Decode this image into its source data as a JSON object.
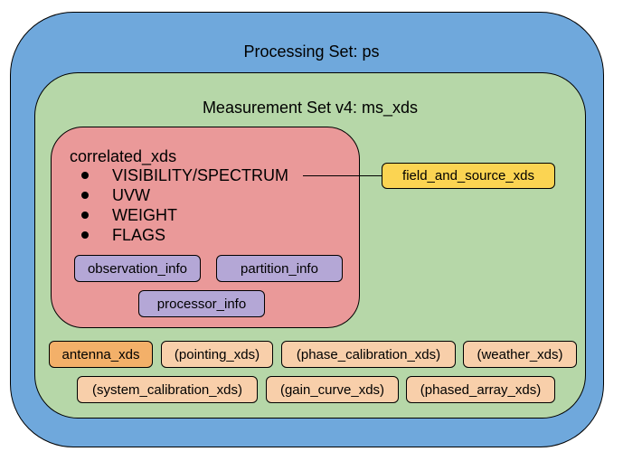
{
  "processing_set": {
    "title": "Processing Set: ps",
    "color": "#6fa8dc"
  },
  "measurement_set": {
    "title": "Measurement Set v4: ms_xds",
    "color": "#b6d7a8"
  },
  "correlated": {
    "title": "correlated_xds",
    "color": "#ea9999",
    "items": [
      "VISIBILITY/SPECTRUM",
      "UVW",
      "WEIGHT",
      "FLAGS"
    ],
    "info": [
      "observation_info",
      "partition_info",
      "processor_info"
    ]
  },
  "field_and_source": {
    "label": "field_and_source_xds",
    "color": "#fbd452"
  },
  "row1": [
    "antenna_xds",
    "(pointing_xds)",
    "(phase_calibration_xds)",
    "(weather_xds)"
  ],
  "row2": [
    "(system_calibration_xds)",
    "(gain_curve_xds)",
    "(phased_array_xds)"
  ]
}
